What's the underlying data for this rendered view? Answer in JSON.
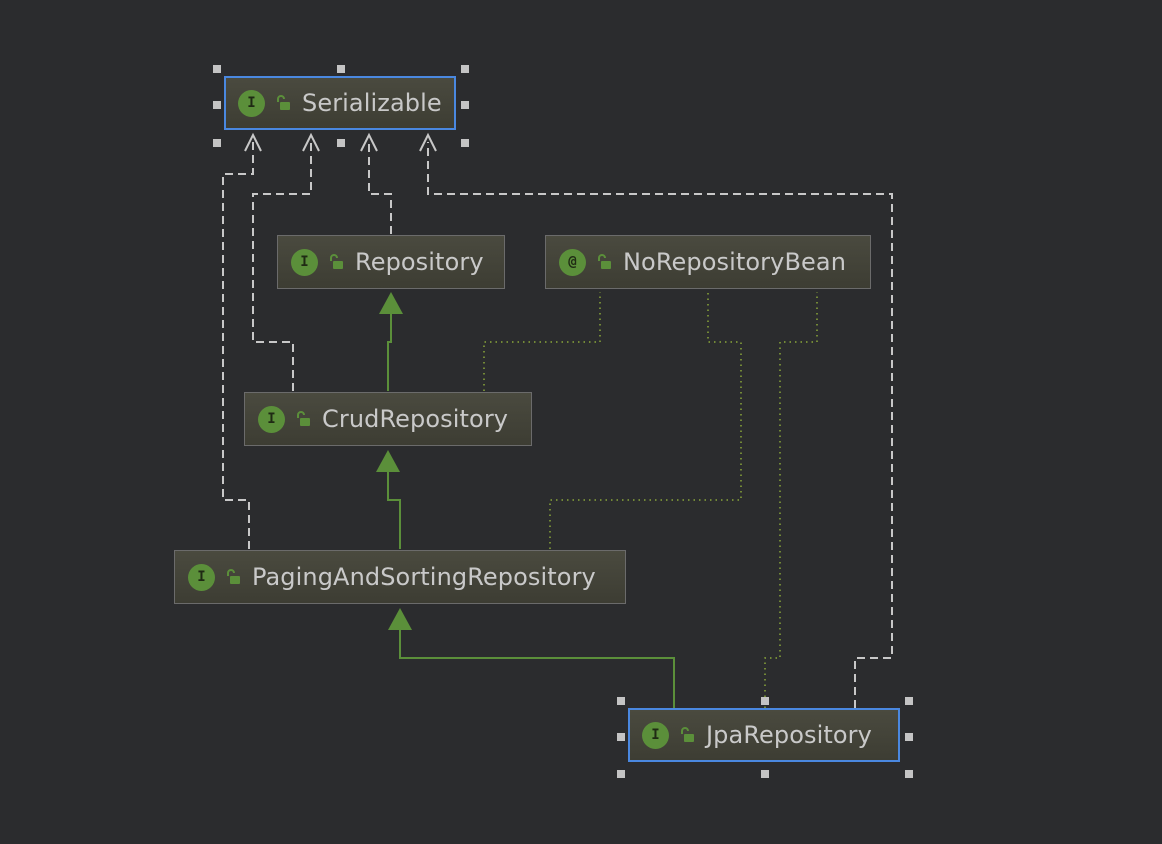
{
  "nodes": {
    "serializable": {
      "badge": "I",
      "label": "Serializable"
    },
    "repository": {
      "badge": "I",
      "label": "Repository"
    },
    "norepobean": {
      "badge": "@",
      "label": "NoRepositoryBean"
    },
    "crud": {
      "badge": "I",
      "label": "CrudRepository"
    },
    "paging": {
      "badge": "I",
      "label": "PagingAndSortingRepository"
    },
    "jpa": {
      "badge": "I",
      "label": "JpaRepository"
    }
  },
  "colors": {
    "background": "#2b2c2e",
    "node_fill": "#45453b",
    "node_border": "#6b6b6b",
    "selected_border": "#4a88e0",
    "badge": "#5b8f3a",
    "extends_arrow": "#5b8f3a",
    "implements_dashed": "#c8c8c8",
    "annotation_dotted": "#8aa63a"
  },
  "relations": [
    {
      "from": "repository",
      "to": "serializable",
      "kind": "realization"
    },
    {
      "from": "crud",
      "to": "serializable",
      "kind": "realization"
    },
    {
      "from": "paging",
      "to": "serializable",
      "kind": "realization"
    },
    {
      "from": "jpa",
      "to": "serializable",
      "kind": "realization"
    },
    {
      "from": "crud",
      "to": "repository",
      "kind": "generalization"
    },
    {
      "from": "paging",
      "to": "crud",
      "kind": "generalization"
    },
    {
      "from": "jpa",
      "to": "paging",
      "kind": "generalization"
    },
    {
      "from": "crud",
      "to": "norepobean",
      "kind": "annotation"
    },
    {
      "from": "paging",
      "to": "norepobean",
      "kind": "annotation"
    },
    {
      "from": "jpa",
      "to": "norepobean",
      "kind": "annotation"
    }
  ]
}
